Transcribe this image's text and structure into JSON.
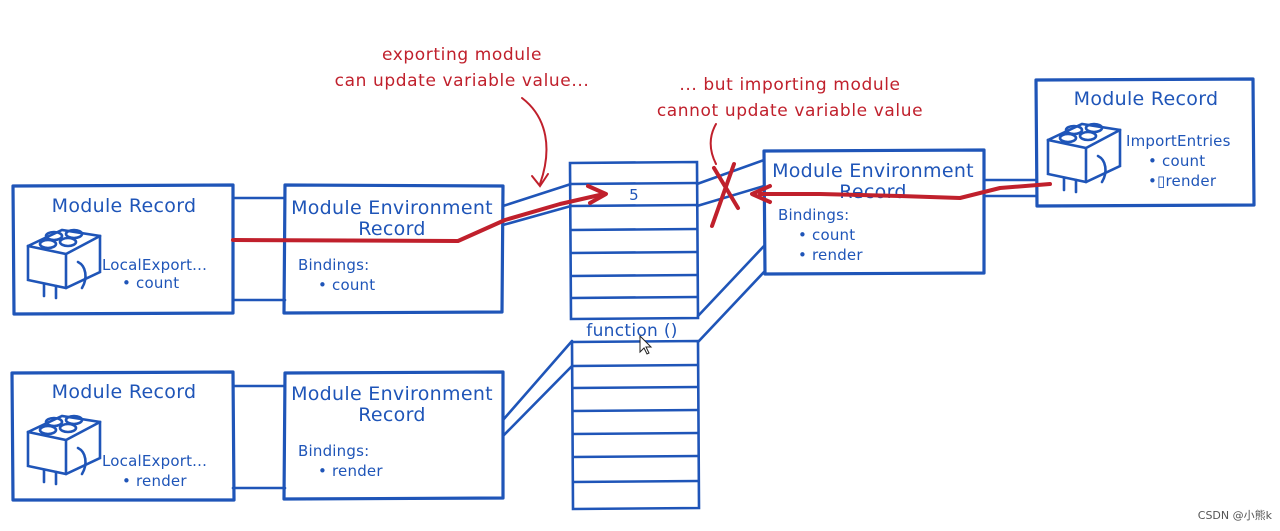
{
  "annotations": {
    "exporting_line1": "exporting module",
    "exporting_line2": "can update variable value...",
    "importing_line1": "... but importing module",
    "importing_line2": "cannot update variable value"
  },
  "records": {
    "export_count": {
      "module_title": "Module Record",
      "entries_label": "LocalExport...",
      "entry": "• count",
      "env_title_1": "Module Environment",
      "env_title_2": "Record",
      "bindings_label": "Bindings:",
      "binding": "• count"
    },
    "export_render": {
      "module_title": "Module Record",
      "entries_label": "LocalExport...",
      "entry": "• render",
      "env_title_1": "Module Environment",
      "env_title_2": "Record",
      "bindings_label": "Bindings:",
      "binding": "• render"
    },
    "importer": {
      "module_title": "Module Record",
      "entries_label": "ImportEntries",
      "entry_1": "• count",
      "entry_2": "•▯render",
      "env_title_1": "Module Environment",
      "env_title_2": "Record",
      "bindings_label": "Bindings:",
      "binding_1": "• count",
      "binding_2": "• render"
    }
  },
  "memory": {
    "value_cell": "5",
    "function_cell": "function ()"
  },
  "watermark": "CSDN @小熊k",
  "colors": {
    "blue": "#1f55b8",
    "red": "#c0202c"
  }
}
